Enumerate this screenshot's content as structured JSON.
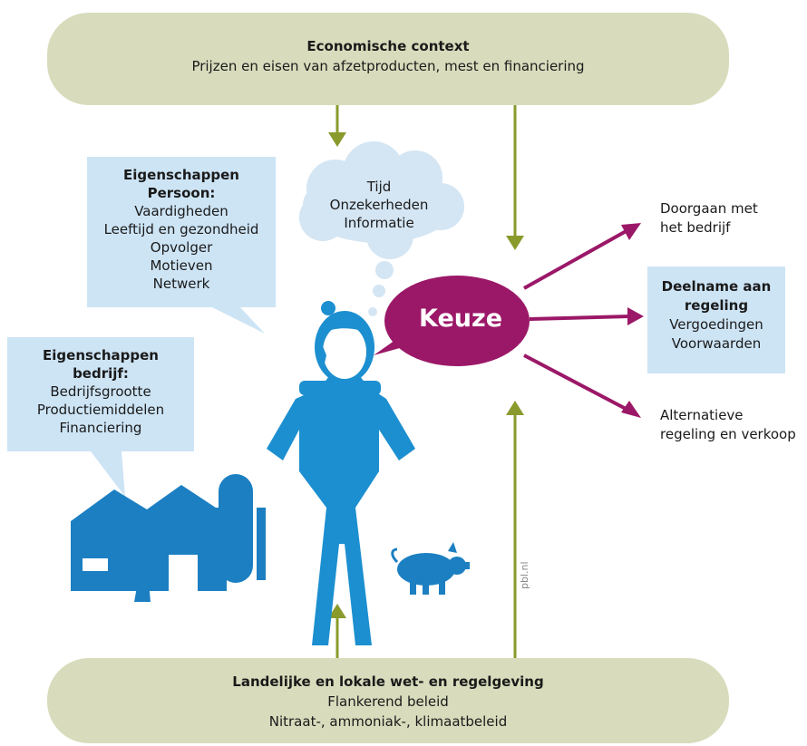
{
  "top_context": {
    "title": "Economische context",
    "lines": [
      "Prijzen en eisen van afzetproducten, mest en financiering"
    ]
  },
  "bottom_context": {
    "title": "Landelijke en lokale wet- en regelgeving",
    "lines": [
      "Flankerend beleid",
      "Nitraat-, ammoniak-, klimaatbeleid"
    ]
  },
  "person_box": {
    "title_lines": [
      "Eigenschappen",
      "Persoon:"
    ],
    "lines": [
      "Vaardigheden",
      "Leeftijd en gezondheid",
      "Opvolger",
      "Motieven",
      "Netwerk"
    ]
  },
  "company_box": {
    "title_lines": [
      "Eigenschappen",
      "bedrijf:"
    ],
    "lines": [
      "Bedrijfsgrootte",
      "Productiemiddelen",
      "Financiering"
    ]
  },
  "thought_cloud": {
    "lines": [
      "Tijd",
      "Onzekerheden",
      "Informatie"
    ]
  },
  "choice": {
    "label": "Keuze"
  },
  "outcomes": {
    "continue": {
      "lines": [
        "Doorgaan met",
        "het bedrijf"
      ]
    },
    "participate": {
      "title_lines": [
        "Deelname aan",
        "regeling"
      ],
      "lines": [
        "Vergoedingen",
        "Voorwaarden"
      ]
    },
    "alternative": {
      "lines": [
        "Alternatieve",
        "regeling en verkoop"
      ]
    }
  },
  "watermark": "pbl.nl",
  "colors": {
    "olive": "#d8dcbc",
    "arrow_olive": "#8a9a2c",
    "light_blue": "#cde4f5",
    "figure_blue": "#1c8fd0",
    "choice_purple": "#9b1868",
    "cloud": "#d4e5f3"
  },
  "icons": [
    "farm-building-icon",
    "silo-icon",
    "dog-icon",
    "pig-icon",
    "farmer-figure-icon"
  ]
}
